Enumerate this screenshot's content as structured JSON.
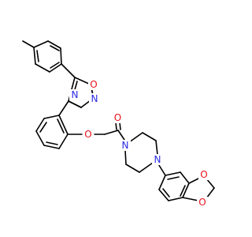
{
  "molecule": {
    "atom_labels": {
      "o_carbonyl": "O",
      "o_ether": "O",
      "o_oxadiazole": "O",
      "n_oxadiazole_2": "N",
      "n_oxadiazole_4": "N",
      "n_piperazine_1": "N",
      "n_piperazine_4": "N",
      "o_dioxole_a": "O",
      "o_dioxole_b": "O"
    },
    "colors": {
      "carbon": "#000000",
      "oxygen": "#e8121b",
      "nitrogen": "#2a2ae6",
      "background": "#ffffff"
    }
  }
}
